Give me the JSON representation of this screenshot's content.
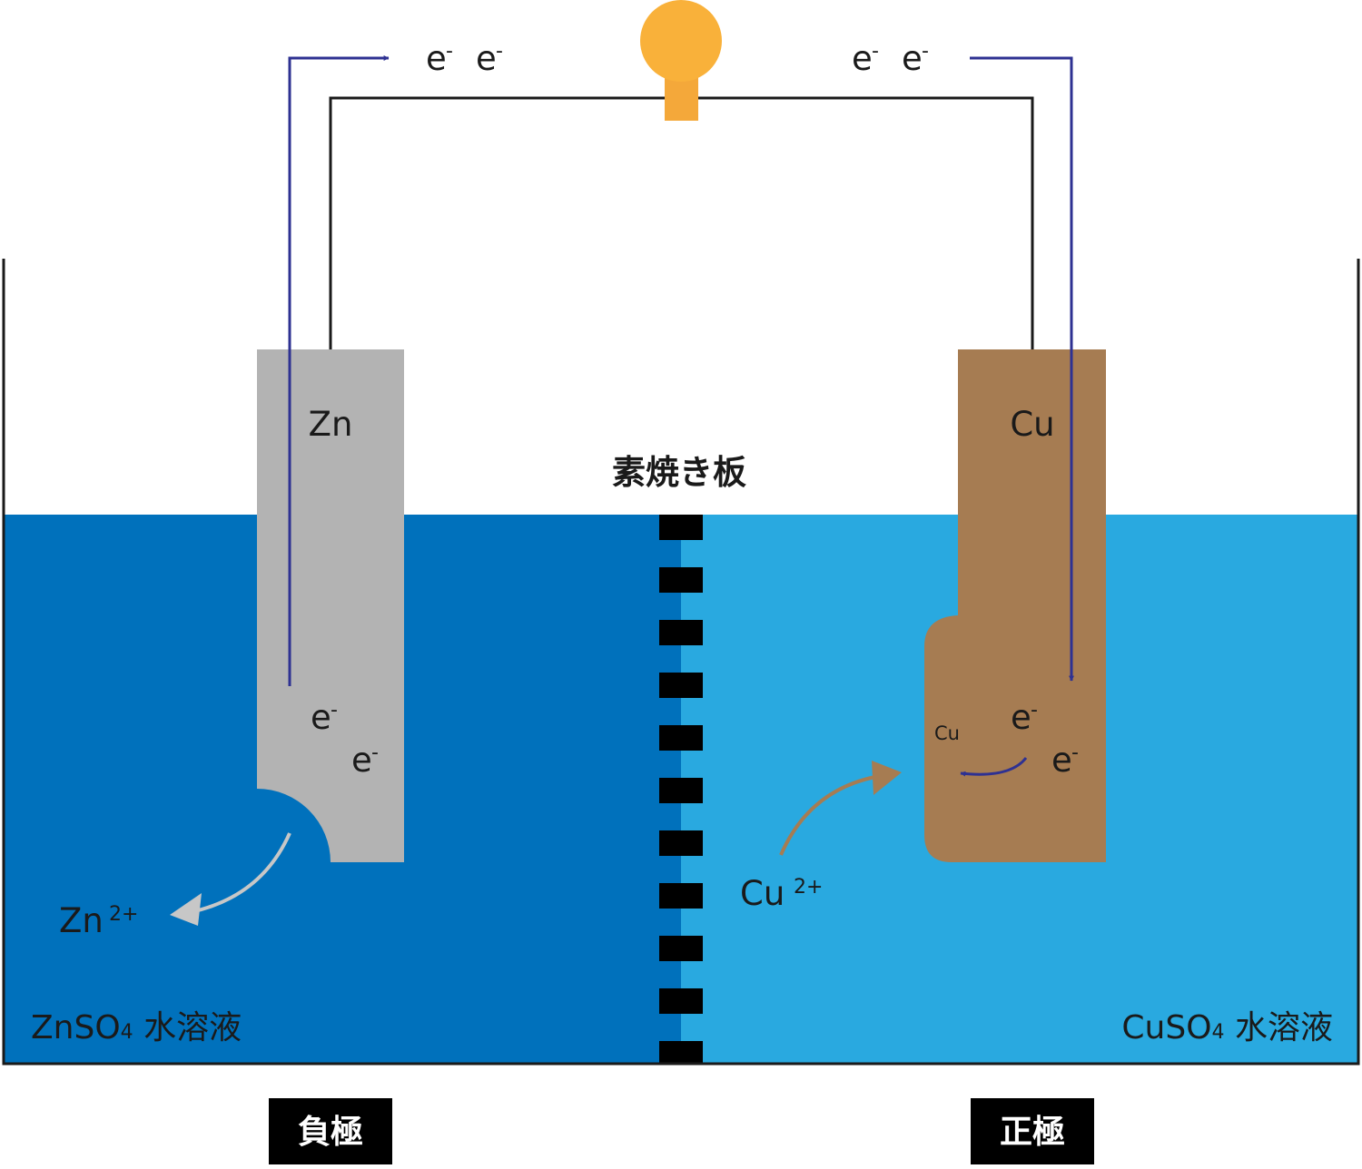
{
  "colors": {
    "zn_solution": "#0071BC",
    "cu_solution": "#29A9E0",
    "zinc": "#B3B3B3",
    "copper": "#A67C52",
    "bulb": "#F9B13A",
    "bulb_base": "#F4A83A",
    "electron_arrow": "#2E3192",
    "wire": "#1a1a1a",
    "zn_ion_arrow": "#C7C7C7",
    "cu_ion_arrow": "#A67C52",
    "partition": "#000000",
    "pole_badge": "#000000"
  },
  "labels": {
    "zn_electrode": "Zn",
    "cu_electrode": "Cu",
    "separator": "素焼き板",
    "electron": "e",
    "electron_charge": "-",
    "zn_ion": "Zn",
    "zn_ion_charge": "2+",
    "cu_ion": "Cu",
    "cu_ion_charge": "2+",
    "cu_deposit": "Cu",
    "zn_solution": {
      "formula": "ZnSO",
      "subscript": "4",
      "suffix": " 水溶液"
    },
    "cu_solution": {
      "formula": "CuSO",
      "subscript": "4",
      "suffix": " 水溶液"
    },
    "negative_pole": "負極",
    "positive_pole": "正極"
  }
}
